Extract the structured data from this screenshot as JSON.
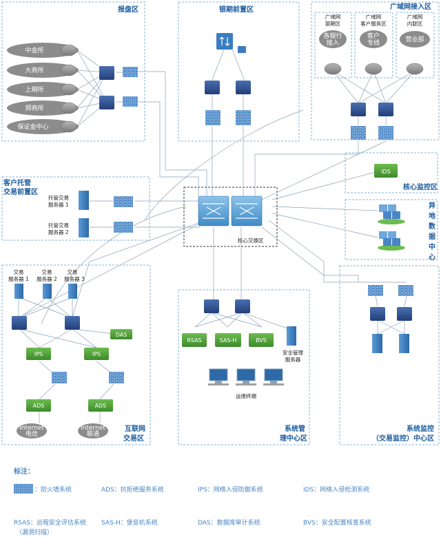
{
  "zones": {
    "quote": "报盘区",
    "futures_bank": "银期前置区",
    "wan": "广域网接入区",
    "wan_bank": [
      "广域网",
      "银期区"
    ],
    "wan_client": [
      "广域网",
      "客户服务区"
    ],
    "wan_intranet": [
      "广域网",
      "内联区"
    ],
    "custody": [
      "客户托管",
      "交易前置区"
    ],
    "core_monitor": "核心监控区",
    "remote_dc": [
      "异",
      "地",
      "数",
      "据",
      "中",
      "心"
    ],
    "core_switch": "核心交换区",
    "internet_trade": [
      "互联网",
      "交易区"
    ],
    "sys_mgmt": [
      "系统管",
      "理中心区"
    ],
    "sys_monitor": [
      "系统监控",
      "（交易监控）中心区"
    ]
  },
  "exchanges": [
    "中金所",
    "大商所",
    "上期所",
    "郑商所",
    "保证金中心"
  ],
  "wan_sites": [
    [
      "各银行",
      "接入"
    ],
    [
      "客户",
      "专线"
    ],
    [
      "营业部"
    ]
  ],
  "custody_servers": [
    [
      "托管交易",
      "服务器 1"
    ],
    [
      "托管交易",
      "服务器 2"
    ]
  ],
  "trade_servers": [
    [
      "交易",
      "服务器 1"
    ],
    [
      "交易",
      "服务器 2"
    ],
    [
      "交易",
      "服务器 3"
    ]
  ],
  "security_devices": {
    "ids": "IDS",
    "das": "DAS",
    "ips": "IPS",
    "ads": "ADS",
    "rsas": "RSAS",
    "sash": "SAS-H",
    "bvs": "BVS"
  },
  "mgmt_server": [
    "安全管理",
    "服务器"
  ],
  "ops_terminal": "运维终端",
  "internet_links": [
    [
      "Internet",
      "电信"
    ],
    [
      "Internet",
      "联通"
    ]
  ],
  "legend": {
    "title": "标注：",
    "items": [
      "：防火墙系统",
      "ADS：抗拒绝服务系统",
      "IPS：网络入侵防御系统",
      "IDS：网络入侵检测系统",
      "RSAS：远程安全评估系统",
      "（漏洞扫描）",
      "SAS-H：堡垒机系统",
      "DAS：数据库审计系统",
      "BVS：安全配置核查系统"
    ]
  },
  "colors": {
    "zone_border": "#7fb3d5",
    "zone_title": "#1a5a9e",
    "router": "#8e8e8e",
    "switch": "#2c4d8f",
    "firewall": "#3f7fc0",
    "security_green": "#4f9a3a",
    "server": "#3a7cc0",
    "oval": "#909090",
    "legend_text": "#4a86c5"
  }
}
